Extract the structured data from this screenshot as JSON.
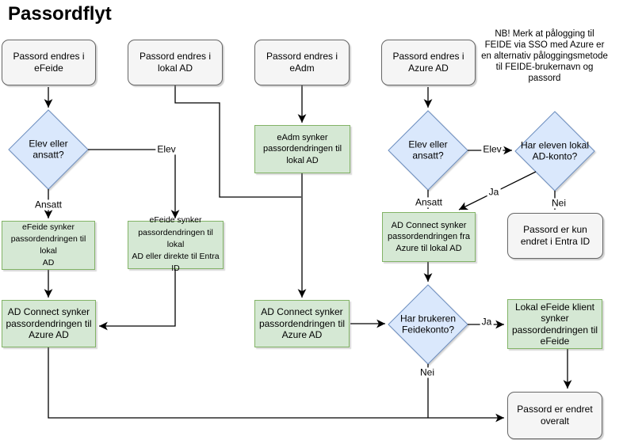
{
  "title": "Passordflyt",
  "note": "NB! Merk at pålogging til\nFEIDE via SSO med Azure er\nen alternativ påloggingsmetode\ntil FEIDE-brukernavn og\npassord",
  "colors": {
    "process_fill": "#d5e8d4",
    "process_border": "#82b366",
    "decision_fill": "#dae8fc",
    "decision_border": "#6c8ebf",
    "terminal_fill": "#f5f5f5",
    "terminal_border": "#666666",
    "connector": "#000000",
    "background": "#ffffff"
  },
  "nodes": {
    "start_efeide": "Passord endres i\neFeide",
    "start_lokal_ad": "Passord endres i\nlokal AD",
    "start_eadm": "Passord endres i\neAdm",
    "start_azure_ad": "Passord endres i\nAzure AD",
    "decision_elev_ansatt_left": "Elev eller\nansatt?",
    "decision_elev_ansatt_right": "Elev eller\nansatt?",
    "decision_elev_lokal_adkonto": "Har eleven lokal\nAD-konto?",
    "decision_feidekonto": "Har brukeren\nFeidekonto?",
    "efeide_synk_lokal_ad": "eFeide synker\npassordendringen til lokal\nAD",
    "efeide_synk_lokal_ad_entra": "eFeide synker\npassordendringen til lokal\nAD eller direkte til Entra ID",
    "eadm_synk_lokal_ad": "eAdm synker\npassordendringen til\nlokal AD",
    "adconnect_til_azure_left": "AD Connect synker\npassordendringen til\nAzure AD",
    "adconnect_til_azure_mid": "AD Connect synker\npassordendringen til\nAzure AD",
    "adconnect_fra_azure": "AD Connect synker\npassordendringen fra\nAzure til lokal AD",
    "lokal_efeide_klient": "Lokal eFeide klient\nsynker\npassordendringen til\neFeide",
    "result_entra_only": "Passord er kun\nendret i Entra ID",
    "result_overalt": "Passord er endret\noveralt"
  },
  "edge_labels": {
    "elev_left": "Elev",
    "ansatt_left": "Ansatt",
    "elev_right": "Elev",
    "ansatt_right": "Ansatt",
    "ja_diagonal": "Ja",
    "nei_adkonto": "Nei",
    "ja_feidekonto": "Ja",
    "nei_feidekonto": "Nei"
  }
}
